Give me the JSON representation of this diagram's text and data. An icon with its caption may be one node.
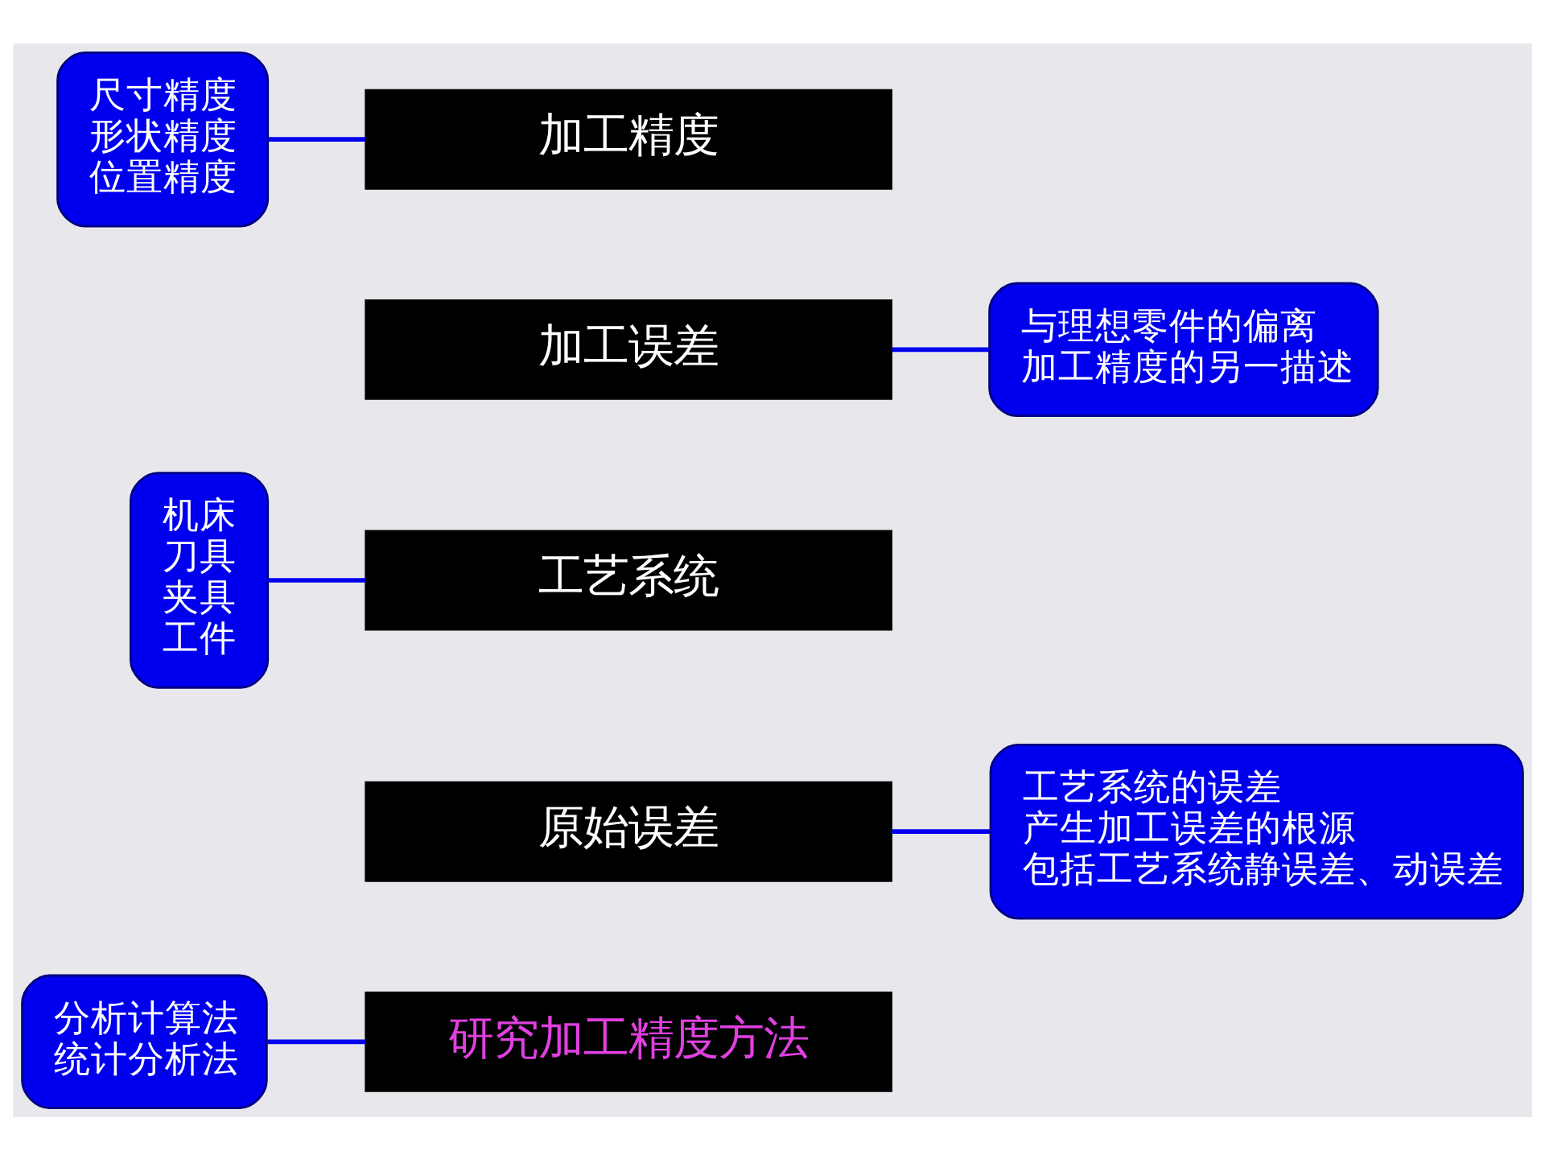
{
  "diagram": {
    "nodes": [
      {
        "text": [
          "加工精度"
        ]
      },
      {
        "text": [
          "尺寸精度",
          "形状精度",
          "位置精度"
        ]
      },
      {
        "text": [
          "加工误差"
        ]
      },
      {
        "text": [
          "与理想零件的偏离",
          "加工精度的另一描述"
        ]
      },
      {
        "text": [
          "工艺系统"
        ]
      },
      {
        "text": [
          "机床",
          "刀具",
          "夹具",
          "工件"
        ]
      },
      {
        "text": [
          "原始误差"
        ]
      },
      {
        "text": [
          "工艺系统的误差",
          "产生加工误差的根源",
          "包括工艺系统静误差、动误差"
        ]
      },
      {
        "text": [
          "研究加工精度方法"
        ]
      },
      {
        "text": [
          "分析计算法",
          "统计分析法"
        ]
      }
    ],
    "edges": [
      {
        "from": 1,
        "to": 0,
        "arrow": "none"
      },
      {
        "from": 3,
        "to": 2,
        "arrow": "none"
      },
      {
        "from": 5,
        "to": 4,
        "arrow": "none"
      },
      {
        "from": 7,
        "to": 6,
        "arrow": "none"
      },
      {
        "from": 9,
        "to": 8,
        "arrow": "none"
      }
    ]
  }
}
